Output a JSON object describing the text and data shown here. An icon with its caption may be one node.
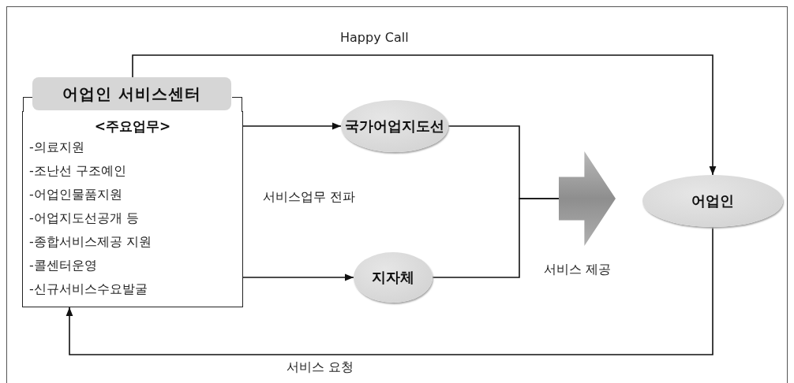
{
  "diagram": {
    "nodes": [
      {
        "text": [
          "어업인 서비스센터",
          "<주요업무>",
          "-의료지원",
          "-조난선 구조예인",
          "-어업인물품지원",
          "-어업지도선공개 등",
          "-종합서비스제공 지원",
          "-콜센터운영",
          "-신규서비스수요발굴"
        ]
      },
      {
        "text": [
          "국가어업지도선"
        ]
      },
      {
        "text": [
          "지자체"
        ]
      },
      {
        "text": [],
        "shape": "arrow",
        "beside": [
          "서비스 제공"
        ]
      },
      {
        "text": [
          "어업인"
        ]
      }
    ],
    "edges": [
      {
        "from": 0,
        "to": 1,
        "arrow": "to"
      },
      {
        "from": 0,
        "to": 2,
        "arrow": "to"
      },
      {
        "from": 1,
        "to": 3,
        "arrow": "none"
      },
      {
        "from": 2,
        "to": 3,
        "arrow": "none"
      },
      {
        "from": 0,
        "to": 4,
        "arrow": "to",
        "label": "Happy Call"
      },
      {
        "from": 4,
        "to": 0,
        "arrow": "to",
        "label": "서비스 요청"
      }
    ],
    "labels": [
      "서비스업무 전파"
    ]
  }
}
